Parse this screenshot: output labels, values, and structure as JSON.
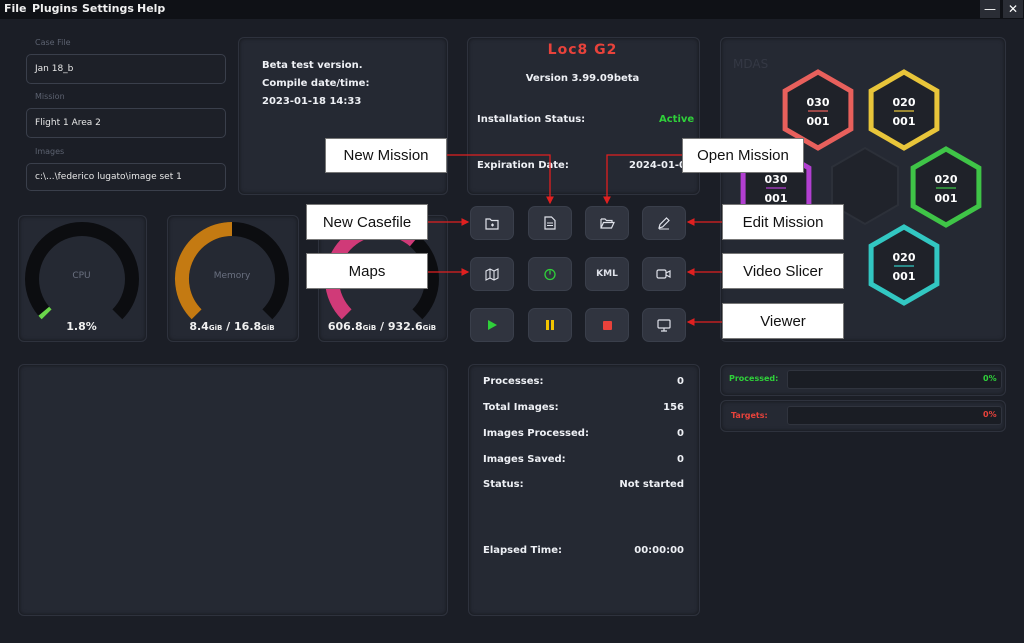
{
  "menu": {
    "file": "File",
    "plugins": "Plugins",
    "settings": "Settings",
    "help": "Help"
  },
  "window": {
    "minimize": "—",
    "close": "✕"
  },
  "case": {
    "case_file_label": "Case File",
    "case_file_value": "Jan 18_b",
    "mission_label": "Mission",
    "mission_value": "Flight 1 Area 2",
    "images_label": "Images",
    "images_value": "c:\\...\\federico lugato\\image set 1"
  },
  "build": {
    "line1": "Beta test version.",
    "line2": "Compile date/time:",
    "line3": "2023-01-18 14:33"
  },
  "app": {
    "name": "Loc8 G2",
    "version": "Version 3.99.09beta",
    "install_label": "Installation Status:",
    "install_value": "Active",
    "expiry_label": "Expiration Date:",
    "expiry_value": "2024-01-0"
  },
  "gauges": {
    "cpu": {
      "label": "CPU",
      "value": "1.8%",
      "fraction": 0.018
    },
    "memory": {
      "label": "Memory",
      "used": "8.4",
      "total": "16.8",
      "unit": "GiB",
      "fraction": 0.5
    },
    "disk": {
      "used": "606.8",
      "total": "932.6",
      "unit": "GiB",
      "fraction": 0.65
    }
  },
  "toolbar": {
    "kml": "KML"
  },
  "callouts": {
    "new_mission": "New Mission",
    "open_mission": "Open Mission",
    "new_casefile": "New Casefile",
    "edit_mission": "Edit Mission",
    "maps": "Maps",
    "video_slicer": "Video Slicer",
    "viewer": "Viewer"
  },
  "mdas": {
    "title": "MDAS",
    "hexes": [
      {
        "top": "030",
        "bottom": "001",
        "color": "#e8605c"
      },
      {
        "top": "020",
        "bottom": "001",
        "color": "#e8c53a"
      },
      {
        "top": "030",
        "bottom": "001",
        "color": "#b23fd1"
      },
      {
        "top": "020",
        "bottom": "001",
        "color": "#3fc447"
      },
      {
        "top": "020",
        "bottom": "001",
        "color": "#32c7c2"
      }
    ]
  },
  "stats": {
    "processes_label": "Processes:",
    "processes": "0",
    "total_label": "Total Images:",
    "total": "156",
    "processed_label": "Images Processed:",
    "processed": "0",
    "saved_label": "Images Saved:",
    "saved": "0",
    "status_label": "Status:",
    "status": "Not started",
    "elapsed_label": "Elapsed Time:",
    "elapsed": "00:00:00"
  },
  "progress": {
    "processed_label": "Processed:",
    "processed_value": "0%",
    "processed_fraction": 0,
    "targets_label": "Targets:",
    "targets_value": "0%",
    "targets_fraction": 0
  },
  "colors": {
    "accent_red": "#e8423b",
    "active_green": "#2fd03a",
    "progress_green": "#2fd03a",
    "targets_red": "#e8423b"
  }
}
